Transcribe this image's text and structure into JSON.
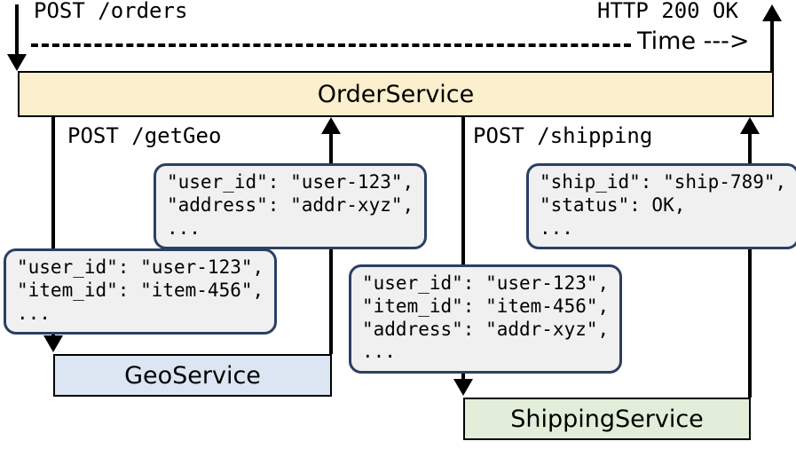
{
  "diagram": {
    "title": "microservice-request-sequence",
    "time_axis": {
      "label": "Time --->",
      "label_text": "Time",
      "arrow_glyph": "--->"
    },
    "entry_label": "POST /orders",
    "exit_label": "HTTP 200 OK",
    "services": [
      {
        "id": "order-service",
        "name": "OrderService",
        "color": "#fcefcd"
      },
      {
        "id": "geo-service",
        "name": "GeoService",
        "color": "#dce6f2"
      },
      {
        "id": "shipping-service",
        "name": "ShippingService",
        "color": "#e2eed9"
      }
    ],
    "calls": [
      {
        "id": "getgeo",
        "label": "POST /getGeo"
      },
      {
        "id": "shipping",
        "label": "POST /shipping"
      }
    ],
    "payloads": {
      "getgeo_request": "\"user_id\": \"user-123\",\n\"item_id\": \"item-456\",\n...",
      "getgeo_response": "\"user_id\": \"user-123\",\n\"address\": \"addr-xyz\",\n...",
      "shipping_request": "\"user_id\": \"user-123\",\n\"item_id\": \"item-456\",\n\"address\": \"addr-xyz\",\n...",
      "shipping_response": "\"ship_id\": \"ship-789\",\n\"status\": OK,\n..."
    },
    "colors": {
      "order_fill": "#fcefcd",
      "geo_fill": "#dce6f2",
      "shipping_fill": "#e2eed9",
      "callout_fill": "#f0f0f0",
      "callout_border": "#2b3f63",
      "stroke": "#000000"
    }
  }
}
